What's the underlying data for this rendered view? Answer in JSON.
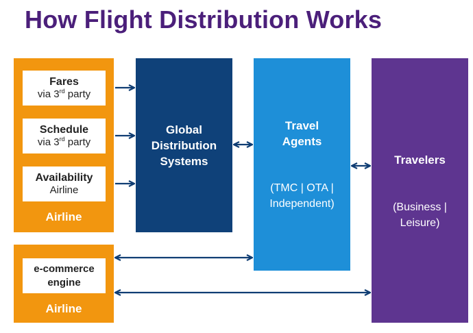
{
  "title": "How Flight Distribution Works",
  "airline_top": {
    "fares": {
      "title": "Fares",
      "sub_prefix": "via 3",
      "sub_sup": "rd",
      "sub_suffix": " party"
    },
    "schedule": {
      "title": "Schedule",
      "sub_prefix": "via 3",
      "sub_sup": "rd",
      "sub_suffix": " party"
    },
    "availability": {
      "title": "Availability",
      "sub": "Airline"
    },
    "label": "Airline"
  },
  "gds": {
    "line1": "Global",
    "line2": "Distribution",
    "line3": "Systems"
  },
  "travel_agents": {
    "line1": "Travel",
    "line2": "Agents",
    "sub1": "(TMC | OTA |",
    "sub2": "Independent)"
  },
  "travelers": {
    "line1": "Travelers",
    "sub1": "(Business |",
    "sub2": "Leisure)"
  },
  "airline_bottom": {
    "ecom1": "e-commerce",
    "ecom2": "engine",
    "label": "Airline"
  },
  "colors": {
    "title": "#4b1f7a",
    "airline": "#f2960f",
    "gds": "#0f4179",
    "agents": "#1e8fd8",
    "travelers": "#5e3590",
    "arrow": "#0f3d73"
  }
}
